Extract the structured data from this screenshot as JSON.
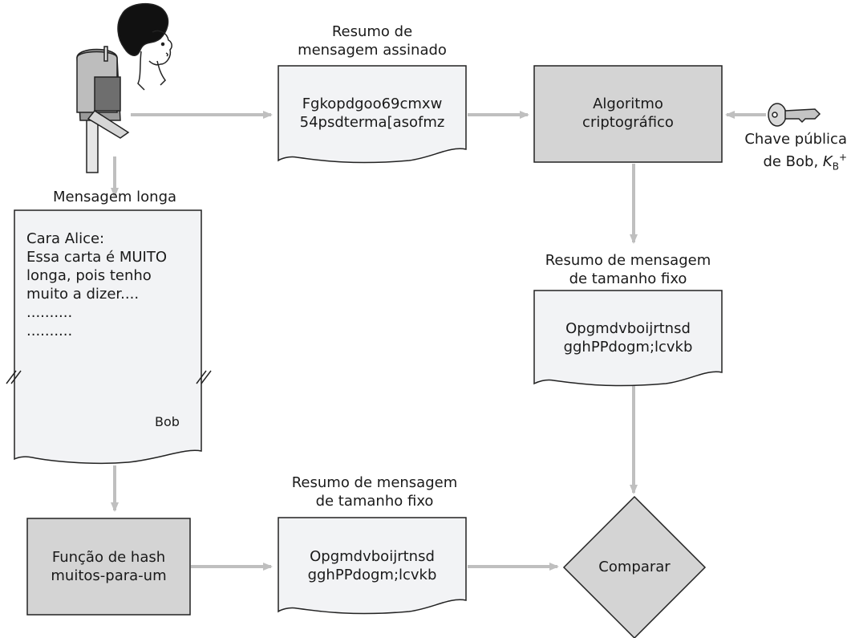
{
  "signed_digest": {
    "title_line1": "Resumo de",
    "title_line2": "mensagem assinado",
    "text_line1": "Fgkopdgoo69cmxw",
    "text_line2": "54psdterma[asofmz"
  },
  "crypto_algorithm": {
    "line1": "Algoritmo",
    "line2": "criptográfico"
  },
  "public_key": {
    "line1": "Chave pública",
    "line2_prefix": "de Bob, ",
    "key_symbol": "K",
    "key_subscript": "B",
    "key_superscript": "+"
  },
  "long_message": {
    "title": "Mensagem longa",
    "text": "Cara Alice:\nEssa carta é MUITO\nlonga, pois tenho\nmuito a dizer....\n..........\n..........",
    "signature": "Bob"
  },
  "digest_top": {
    "title_line1": "Resumo de mensagem",
    "title_line2": "de tamanho fixo",
    "text_line1": "Opgmdvboijrtnsd",
    "text_line2": "gghPPdogm;lcvkb"
  },
  "hash_function": {
    "line1": "Função de hash",
    "line2": "muitos-para-um"
  },
  "digest_bottom": {
    "title_line1": "Resumo de mensagem",
    "title_line2": "de tamanho fixo",
    "text_line1": "Opgmdvboijrtnsd",
    "text_line2": "gghPPdogm;lcvkb"
  },
  "compare": {
    "label": "Comparar"
  },
  "colors": {
    "arrow": "#bfbfbf",
    "process_fill": "#d4d4d4",
    "document_fill": "#f2f3f5",
    "stroke": "#222222"
  }
}
